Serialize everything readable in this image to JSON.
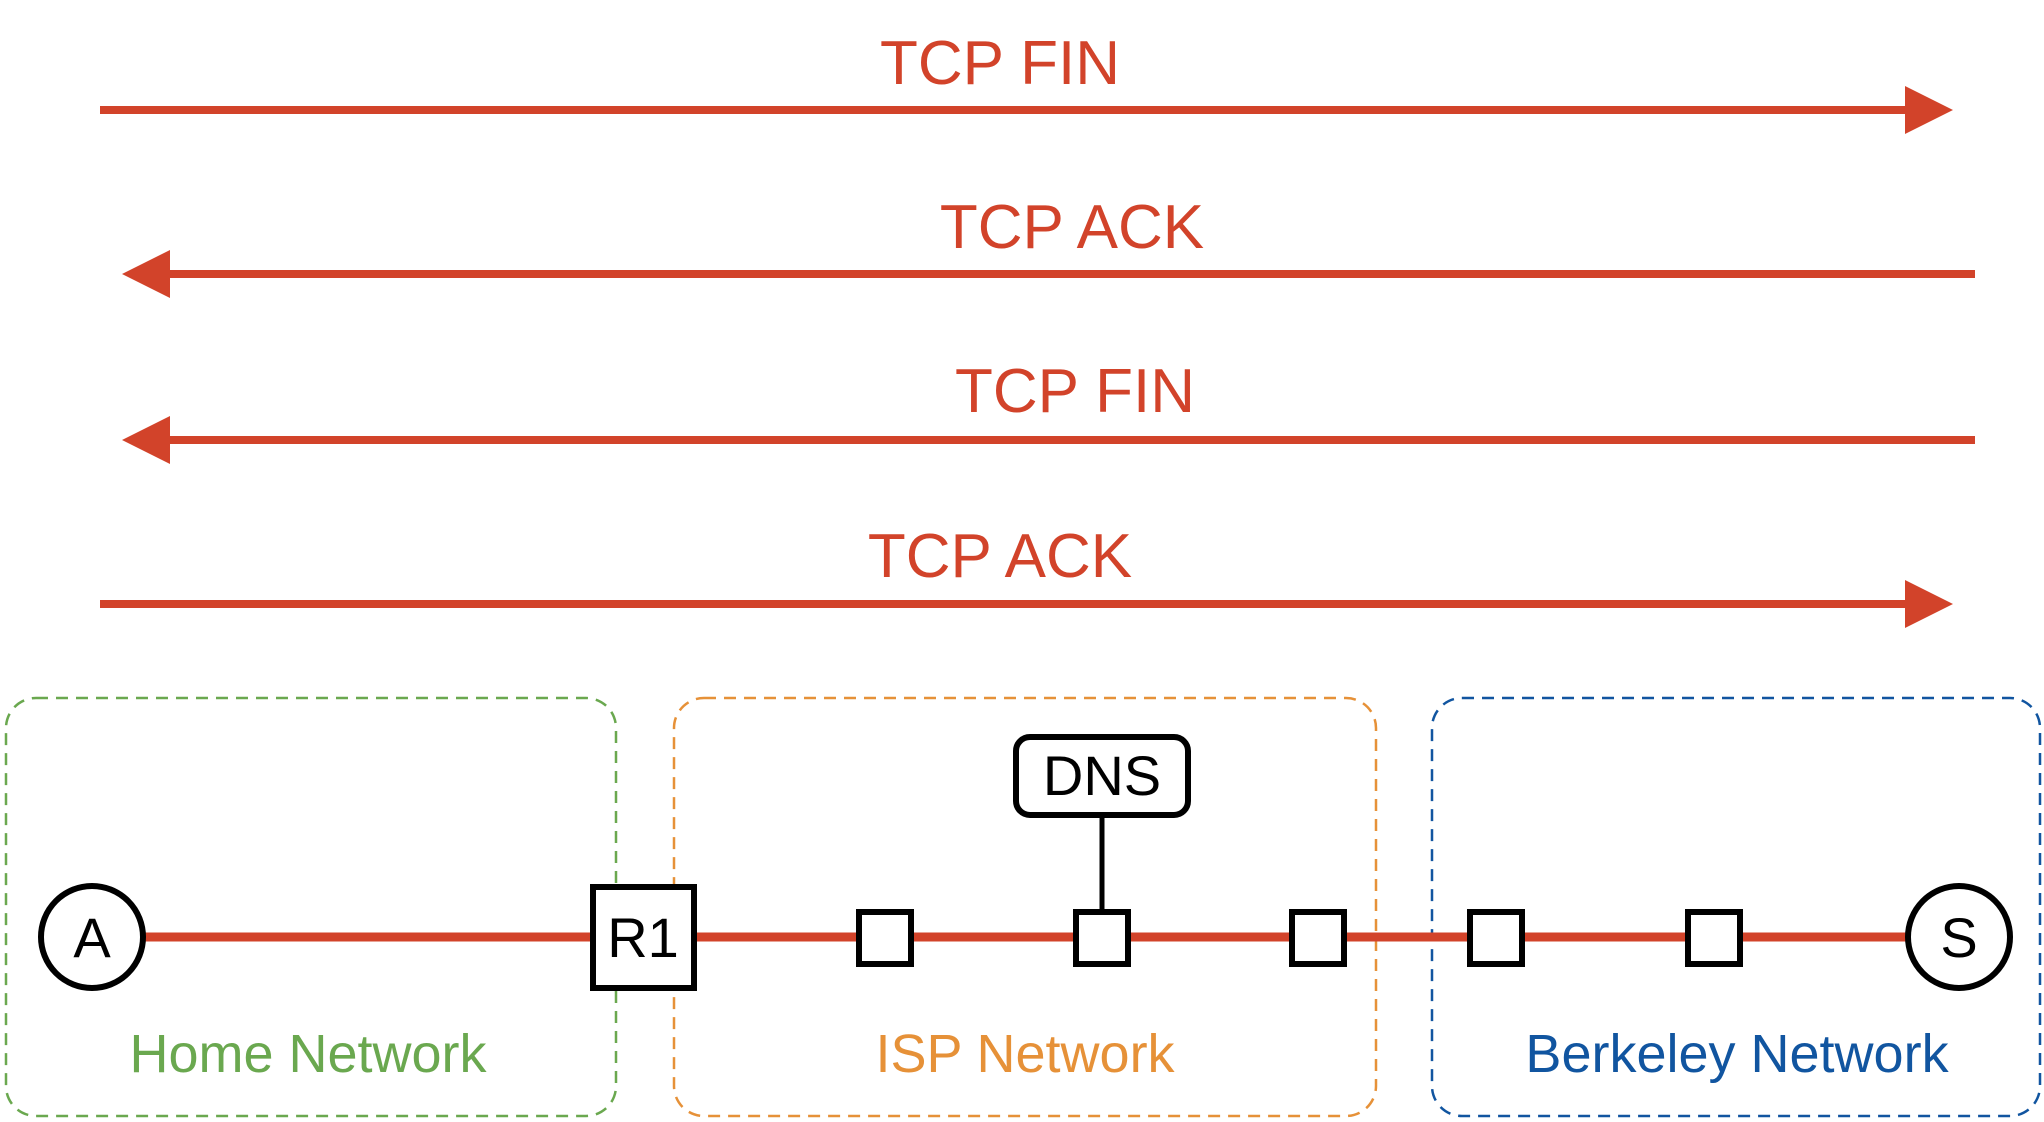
{
  "colors": {
    "message": "#d2432a",
    "link": "#d2432a",
    "home": "#6aa84f",
    "isp": "#e69138",
    "berkeley": "#1155a0",
    "node_stroke": "#000000"
  },
  "messages": [
    {
      "label": "TCP FIN",
      "direction": "right"
    },
    {
      "label": "TCP ACK",
      "direction": "left"
    },
    {
      "label": "TCP FIN",
      "direction": "left"
    },
    {
      "label": "TCP ACK",
      "direction": "right"
    }
  ],
  "networks": {
    "home": {
      "label": "Home Network"
    },
    "isp": {
      "label": "ISP Network"
    },
    "berkeley": {
      "label": "Berkeley Network"
    }
  },
  "nodes": {
    "host_a": {
      "label": "A"
    },
    "router_r1": {
      "label": "R1"
    },
    "dns_server": {
      "label": "DNS"
    },
    "server_s": {
      "label": "S"
    }
  }
}
